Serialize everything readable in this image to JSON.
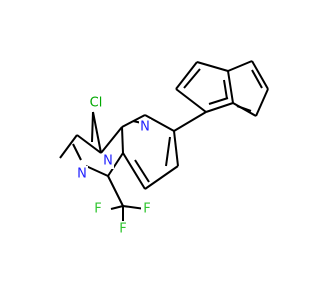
{
  "molecule": {
    "atoms": {
      "cl": {
        "text": "Cl",
        "color": "#00a800"
      },
      "n_ring": {
        "text": "N",
        "color": "#2121ff"
      },
      "n_pyrazole": {
        "text": "N",
        "color": "#2121ff"
      },
      "n_bridge": {
        "text": "N",
        "color": "#2121ff"
      },
      "f_left": {
        "text": "F",
        "color": "#30c530"
      },
      "f_right": {
        "text": "F",
        "color": "#30c530"
      },
      "f_bottom": {
        "text": "F",
        "color": "#30c530"
      }
    }
  }
}
